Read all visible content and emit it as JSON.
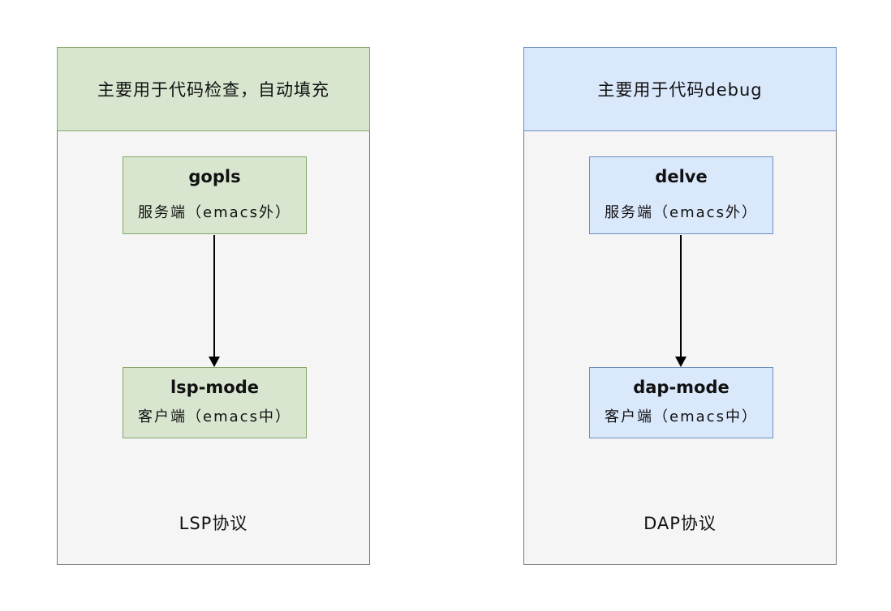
{
  "diagram": {
    "background": "#ffffff",
    "container_fill": "#f5f5f5",
    "container_border": "#777777",
    "arrow_color": "#000000"
  },
  "panels": [
    {
      "name": "LSP",
      "header": "主要用于代码检查，自动填充",
      "theme": {
        "fill": "#d8e6d0",
        "border": "#84a768"
      },
      "nodes": [
        {
          "title": "gopls",
          "subtitle": "服务端（emacs外）"
        },
        {
          "title": "lsp-mode",
          "subtitle": "客户端（emacs中）"
        }
      ],
      "arrow": "down",
      "footer": "LSP协议"
    },
    {
      "name": "DAP",
      "header": "主要用于代码debug",
      "theme": {
        "fill": "#dae8fc",
        "border": "#6c8ebf"
      },
      "nodes": [
        {
          "title": "delve",
          "subtitle": "服务端（emacs外）"
        },
        {
          "title": "dap-mode",
          "subtitle": "客户端（emacs中）"
        }
      ],
      "arrow": "down",
      "footer": "DAP协议"
    }
  ]
}
